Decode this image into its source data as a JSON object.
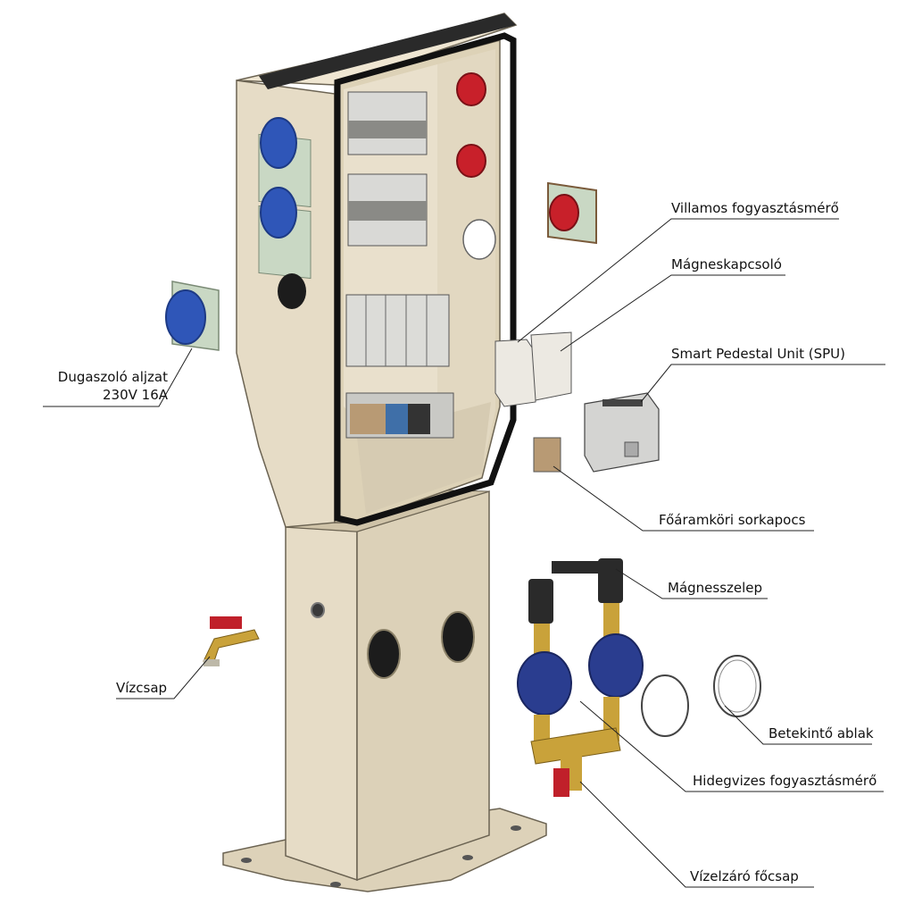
{
  "labels": {
    "socket_line1": "Dugaszoló aljzat",
    "socket_line2": "230V 16A",
    "electric_meter": "Villamos fogyasztásmérő",
    "contactor": "Mágneskapcsoló",
    "spu": "Smart Pedestal Unit (SPU)",
    "terminal_block": "Főáramköri sorkapocs",
    "solenoid_valve": "Mágnesszelep",
    "water_tap": "Vízcsap",
    "view_window": "Betekintő ablak",
    "water_meter": "Hidegvizes fogyasztásmérő",
    "main_valve": "Vízelzáró főcsap"
  },
  "colors": {
    "body": "#e6dcc6",
    "body_shade": "#cfc3a8",
    "socket_blue": "#2f56b8",
    "socket_red": "#c8202a",
    "socket_plate": "#c9d8c4",
    "brass": "#c9a23a",
    "meter_blue": "#2a3d8f",
    "valve_black": "#2a2a2a",
    "handle_red": "#c0202a"
  }
}
